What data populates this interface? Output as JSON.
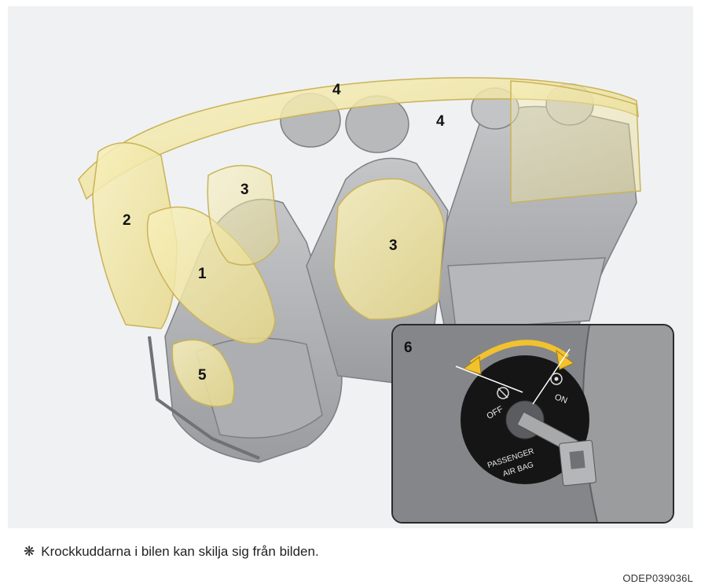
{
  "callouts": {
    "front_airbag": "1",
    "knee_airbag": "2",
    "side_airbag_driver": "3",
    "side_airbag_passenger": "3",
    "curtain_airbag_front": "4",
    "curtain_airbag_rear": "4",
    "seat_cushion_airbag": "5",
    "inset": "6"
  },
  "switch": {
    "off_label": "OFF",
    "on_label": "ON",
    "plate_text_line1": "PASSENGER",
    "plate_text_line2": "AIR BAG"
  },
  "footnote": {
    "mark": "❋",
    "text": "Krockkuddarna i bilen kan skilja sig från bilden."
  },
  "image_code": "ODEP039036L",
  "colors": {
    "airbag_fill": "#f3e8a4",
    "airbag_stroke": "#c9b35a",
    "panel_background": "#f0f1f2",
    "switch_arrow": "#f2c12e"
  },
  "icons": {
    "off_icon": "airbag-off-icon",
    "on_icon": "airbag-on-icon"
  }
}
